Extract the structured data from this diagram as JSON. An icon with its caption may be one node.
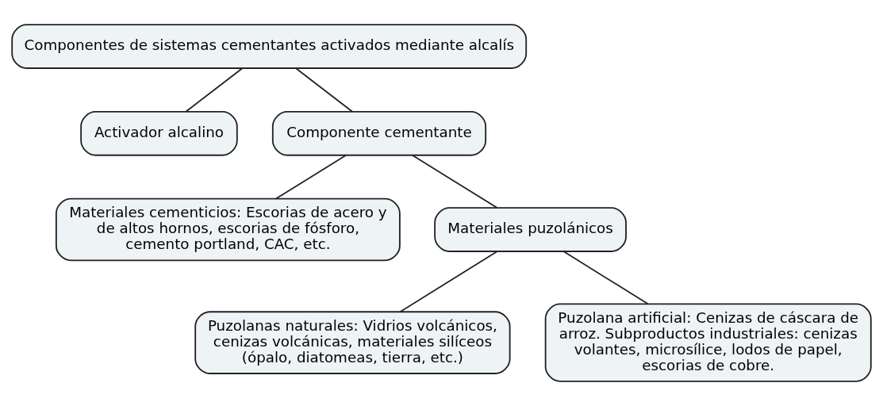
{
  "diagram": {
    "nodes": [
      {
        "text": [
          "Componentes de sistemas cementantes activados mediante alcalís"
        ]
      },
      {
        "text": [
          "Activador alcalino"
        ]
      },
      {
        "text": [
          "Componente cementante"
        ]
      },
      {
        "text": [
          "Materiales cementicios: Escorias de acero y de altos hornos, escorias de fósforo, cemento portland, CAC, etc."
        ]
      },
      {
        "text": [
          "Materiales puzolánicos"
        ]
      },
      {
        "text": [
          "Puzolanas naturales: Vidrios volcánicos, cenizas volcánicas, materiales silíceos (ópalo, diatomeas, tierra, etc.)"
        ]
      },
      {
        "text": [
          "Puzolana artificial: Cenizas de cáscara de arroz. Subproductos industriales: cenizas volantes, microsílice, lodos de papel, escorias de cobre."
        ]
      }
    ],
    "edges": [
      {
        "from": 0,
        "to": 1,
        "arrow": "none"
      },
      {
        "from": 0,
        "to": 2,
        "arrow": "none"
      },
      {
        "from": 2,
        "to": 3,
        "arrow": "none"
      },
      {
        "from": 2,
        "to": 4,
        "arrow": "none"
      },
      {
        "from": 4,
        "to": 5,
        "arrow": "none"
      },
      {
        "from": 4,
        "to": 6,
        "arrow": "none"
      }
    ]
  }
}
